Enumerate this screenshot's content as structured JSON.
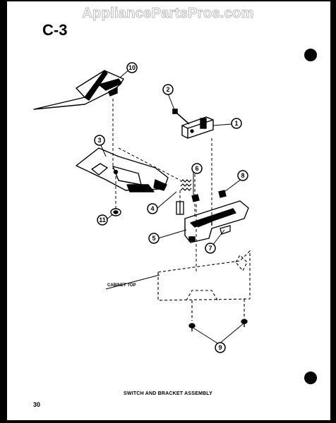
{
  "watermark": "AppliancePartsPros.com",
  "section_code": "C-3",
  "caption": "SWITCH AND BRACKET ASSEMBLY",
  "page_number": "30",
  "cabinet_label": "CABINET TOP",
  "callouts": {
    "c1": "1",
    "c2": "2",
    "c3": "3",
    "c4": "4",
    "c5": "5",
    "c6": "6",
    "c7": "7",
    "c8": "8",
    "c9": "9",
    "c10": "10",
    "c11": "11"
  }
}
